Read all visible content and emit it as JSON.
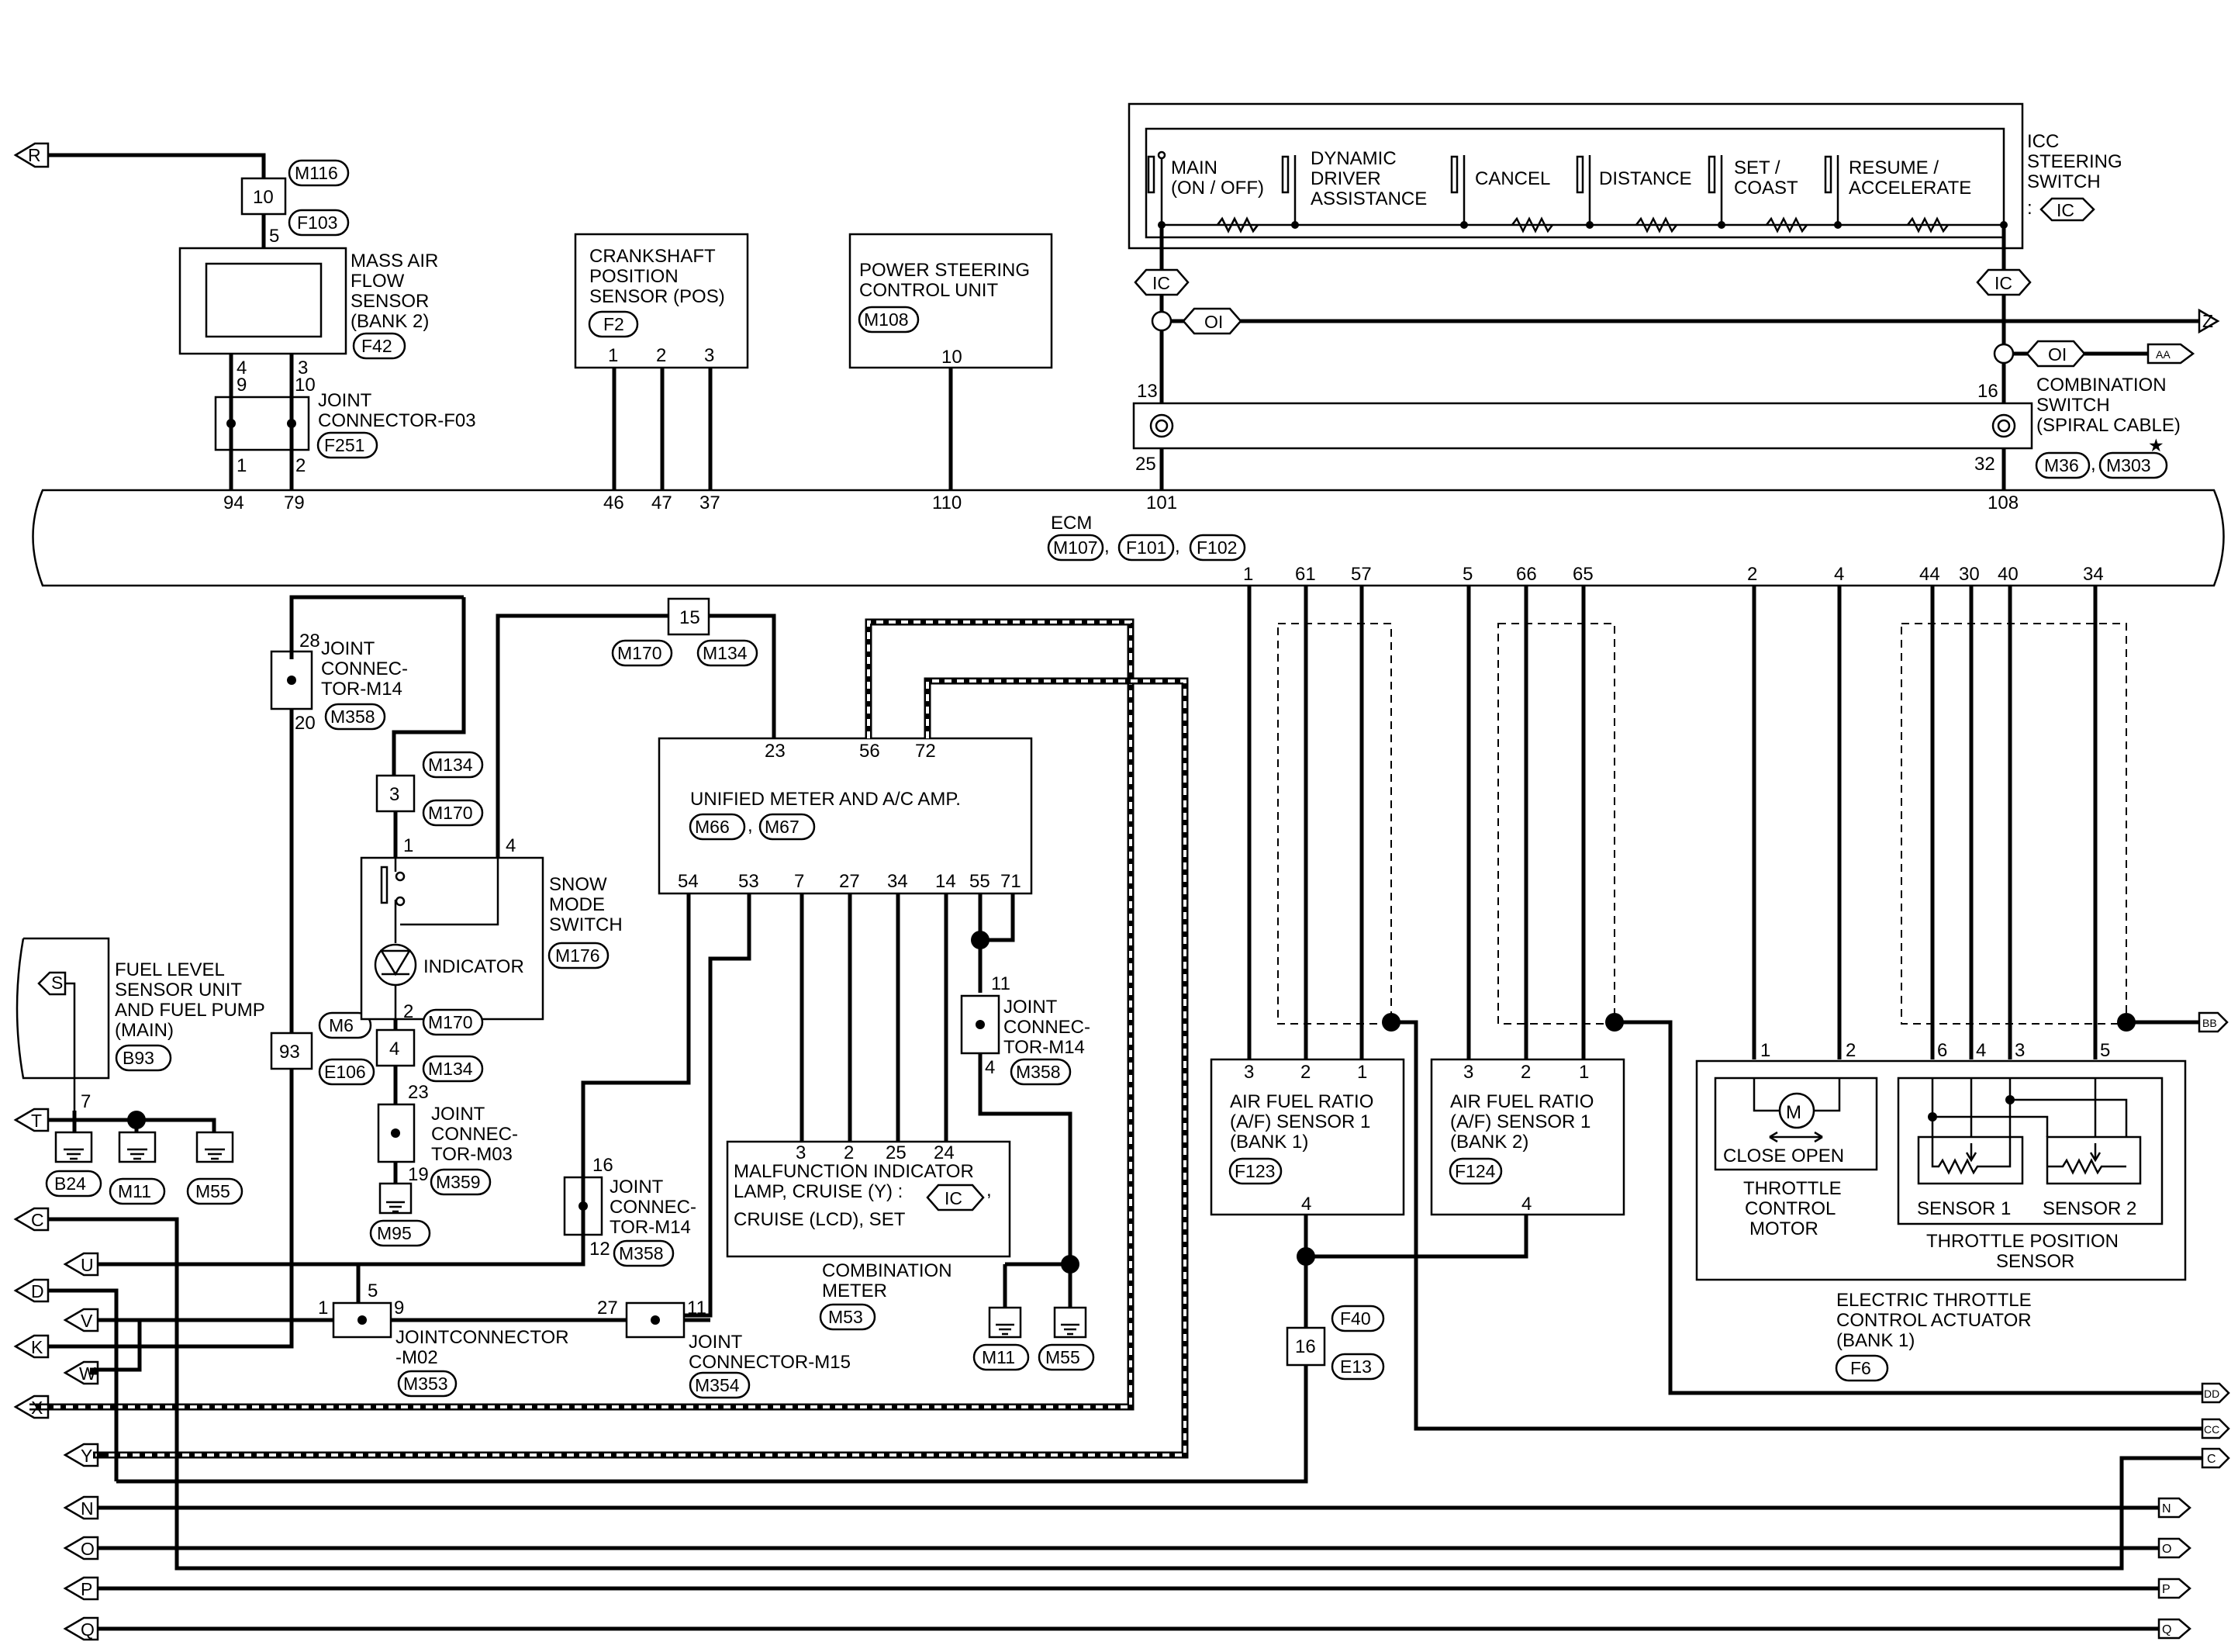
{
  "components": {
    "maf": {
      "label": [
        "MASS AIR",
        "FLOW",
        "SENSOR",
        "(BANK 2)"
      ],
      "ref": "F42",
      "conn_top": [
        "M116",
        "F103"
      ],
      "fuse_num": "10"
    },
    "jc_f03": {
      "label": [
        "JOINT",
        "CONNECTOR-F03"
      ],
      "ref": "F251"
    },
    "crank": {
      "label": [
        "CRANKSHAFT",
        "POSITION",
        "SENSOR (POS)"
      ],
      "ref": "F2",
      "pins": [
        "1",
        "2",
        "3"
      ]
    },
    "ps": {
      "label": [
        "POWER STEERING",
        "CONTROL UNIT"
      ],
      "ref": "M108",
      "pin": "10"
    },
    "icc": {
      "label": [
        "ICC",
        "STEERING",
        "SWITCH"
      ],
      "ic": "IC",
      "switches": [
        [
          "MAIN",
          "(ON / OFF)"
        ],
        [
          "DYNAMIC",
          "DRIVER",
          "ASSISTANCE"
        ],
        [
          "CANCEL"
        ],
        [
          "DISTANCE"
        ],
        [
          "SET /",
          "COAST"
        ],
        [
          "RESUME /",
          "ACCELERATE"
        ]
      ]
    },
    "combo_sw": {
      "label": [
        "COMBINATION",
        "SWITCH",
        "(SPIRAL CABLE)"
      ],
      "refs": [
        "M36",
        "M303"
      ],
      "star": "★",
      "pins": [
        "13",
        "16",
        "25",
        "32"
      ]
    },
    "ecm": {
      "label": "ECM",
      "refs": [
        "M107",
        "F101",
        "F102"
      ],
      "top_pins": [
        "94",
        "79",
        "46",
        "47",
        "37",
        "110",
        "101",
        "108"
      ],
      "bottom_pins": [
        "1",
        "61",
        "57",
        "5",
        "66",
        "65",
        "2",
        "4",
        "44",
        "30",
        "40",
        "34"
      ]
    },
    "jc_m14a": {
      "label": [
        "JOINT",
        "CONNEC-",
        "TOR-M14"
      ],
      "ref": "M358",
      "pins": [
        "28",
        "20"
      ]
    },
    "snow": {
      "label": [
        "SNOW",
        "MODE",
        "SWITCH"
      ],
      "ref": "M176",
      "indicator": "INDICATOR",
      "pins": [
        "1",
        "4",
        "2"
      ]
    },
    "meter_amp": {
      "label": "UNIFIED METER AND A/C AMP.",
      "refs": [
        "M66",
        "M67"
      ],
      "top_pins": [
        "23",
        "56",
        "72"
      ],
      "bottom_pins": [
        "54",
        "53",
        "7",
        "27",
        "34",
        "14",
        "55",
        "71"
      ],
      "conn": [
        "M170",
        "M134"
      ],
      "fuse_num": "15"
    },
    "fuel": {
      "label": [
        "FUEL LEVEL",
        "SENSOR UNIT",
        "AND FUEL PUMP",
        "(MAIN)"
      ],
      "ref": "B93",
      "pin": "7"
    },
    "mil": {
      "label": [
        "MALFUNCTION INDICATOR",
        "LAMP,  CRUISE (Y) :",
        "CRUISE (LCD), SET"
      ],
      "ic": "IC",
      "pins": [
        "3",
        "2",
        "25",
        "24"
      ]
    },
    "combo_meter": {
      "label": [
        "COMBINATION",
        "METER"
      ],
      "ref": "M53"
    },
    "jc_m14b": {
      "label": [
        "JOINT",
        "CONNEC-",
        "TOR-M14"
      ],
      "ref": "M358",
      "pins": [
        "11",
        "4"
      ]
    },
    "jc_m14c": {
      "label": [
        "JOINT",
        "CONNEC-",
        "TOR-M14"
      ],
      "ref": "M358",
      "pins": [
        "16",
        "12"
      ]
    },
    "jc_m03": {
      "label": [
        "JOINT",
        "CONNEC-",
        "TOR-M03"
      ],
      "ref": "M359",
      "pins": [
        "23",
        "19"
      ]
    },
    "jc_m02": {
      "label": [
        "JOINTCONNECTOR",
        "-M02"
      ],
      "ref": "M353",
      "pins": [
        "1",
        "5",
        "9"
      ]
    },
    "jc_m15": {
      "label": [
        "JOINT",
        "CONNECTOR-M15"
      ],
      "ref": "M354",
      "pins": [
        "27",
        "11"
      ]
    },
    "af1": {
      "label": [
        "AIR FUEL RATIO",
        "(A/F) SENSOR 1",
        "(BANK 1)"
      ],
      "ref": "F123",
      "pins": [
        "3",
        "2",
        "1",
        "4"
      ]
    },
    "af2": {
      "label": [
        "AIR FUEL RATIO",
        "(A/F) SENSOR 1",
        "(BANK 2)"
      ],
      "ref": "F124",
      "pins": [
        "3",
        "2",
        "1",
        "4"
      ]
    },
    "throttle_motor": {
      "label": [
        "THROTTLE",
        "CONTROL",
        "MOTOR"
      ],
      "m": "M",
      "close_open": "CLOSE  OPEN",
      "pins": [
        "1",
        "2"
      ]
    },
    "tps": {
      "label": [
        "THROTTLE POSITION",
        "SENSOR"
      ],
      "s1": "SENSOR 1",
      "s2": "SENSOR 2",
      "pins": [
        "6",
        "4",
        "3",
        "5"
      ]
    },
    "etc": {
      "label": [
        "ELECTRIC THROTTLE",
        "CONTROL ACTUATOR",
        "(BANK 1)"
      ],
      "ref": "F6"
    },
    "conn_f40": {
      "num": "16",
      "refs": [
        "F40",
        "E13"
      ]
    },
    "misc": {
      "c3": "3",
      "c4": "4",
      "c93": "93",
      "m134": "M134",
      "m170": "M170",
      "m6": "M6",
      "e106": "E106",
      "oi": "OI",
      "grounds": [
        "B24",
        "M11",
        "M55",
        "M95",
        "M11",
        "M55"
      ]
    }
  },
  "offpage": {
    "left": [
      "R",
      "C",
      "U",
      "D",
      "V",
      "K",
      "W",
      "X",
      "Y",
      "N",
      "O",
      "P",
      "Q",
      "S",
      "T"
    ],
    "right": [
      "Z",
      "AA",
      "BB",
      "CC",
      "DD",
      "C",
      "N",
      "O",
      "P",
      "Q"
    ]
  }
}
